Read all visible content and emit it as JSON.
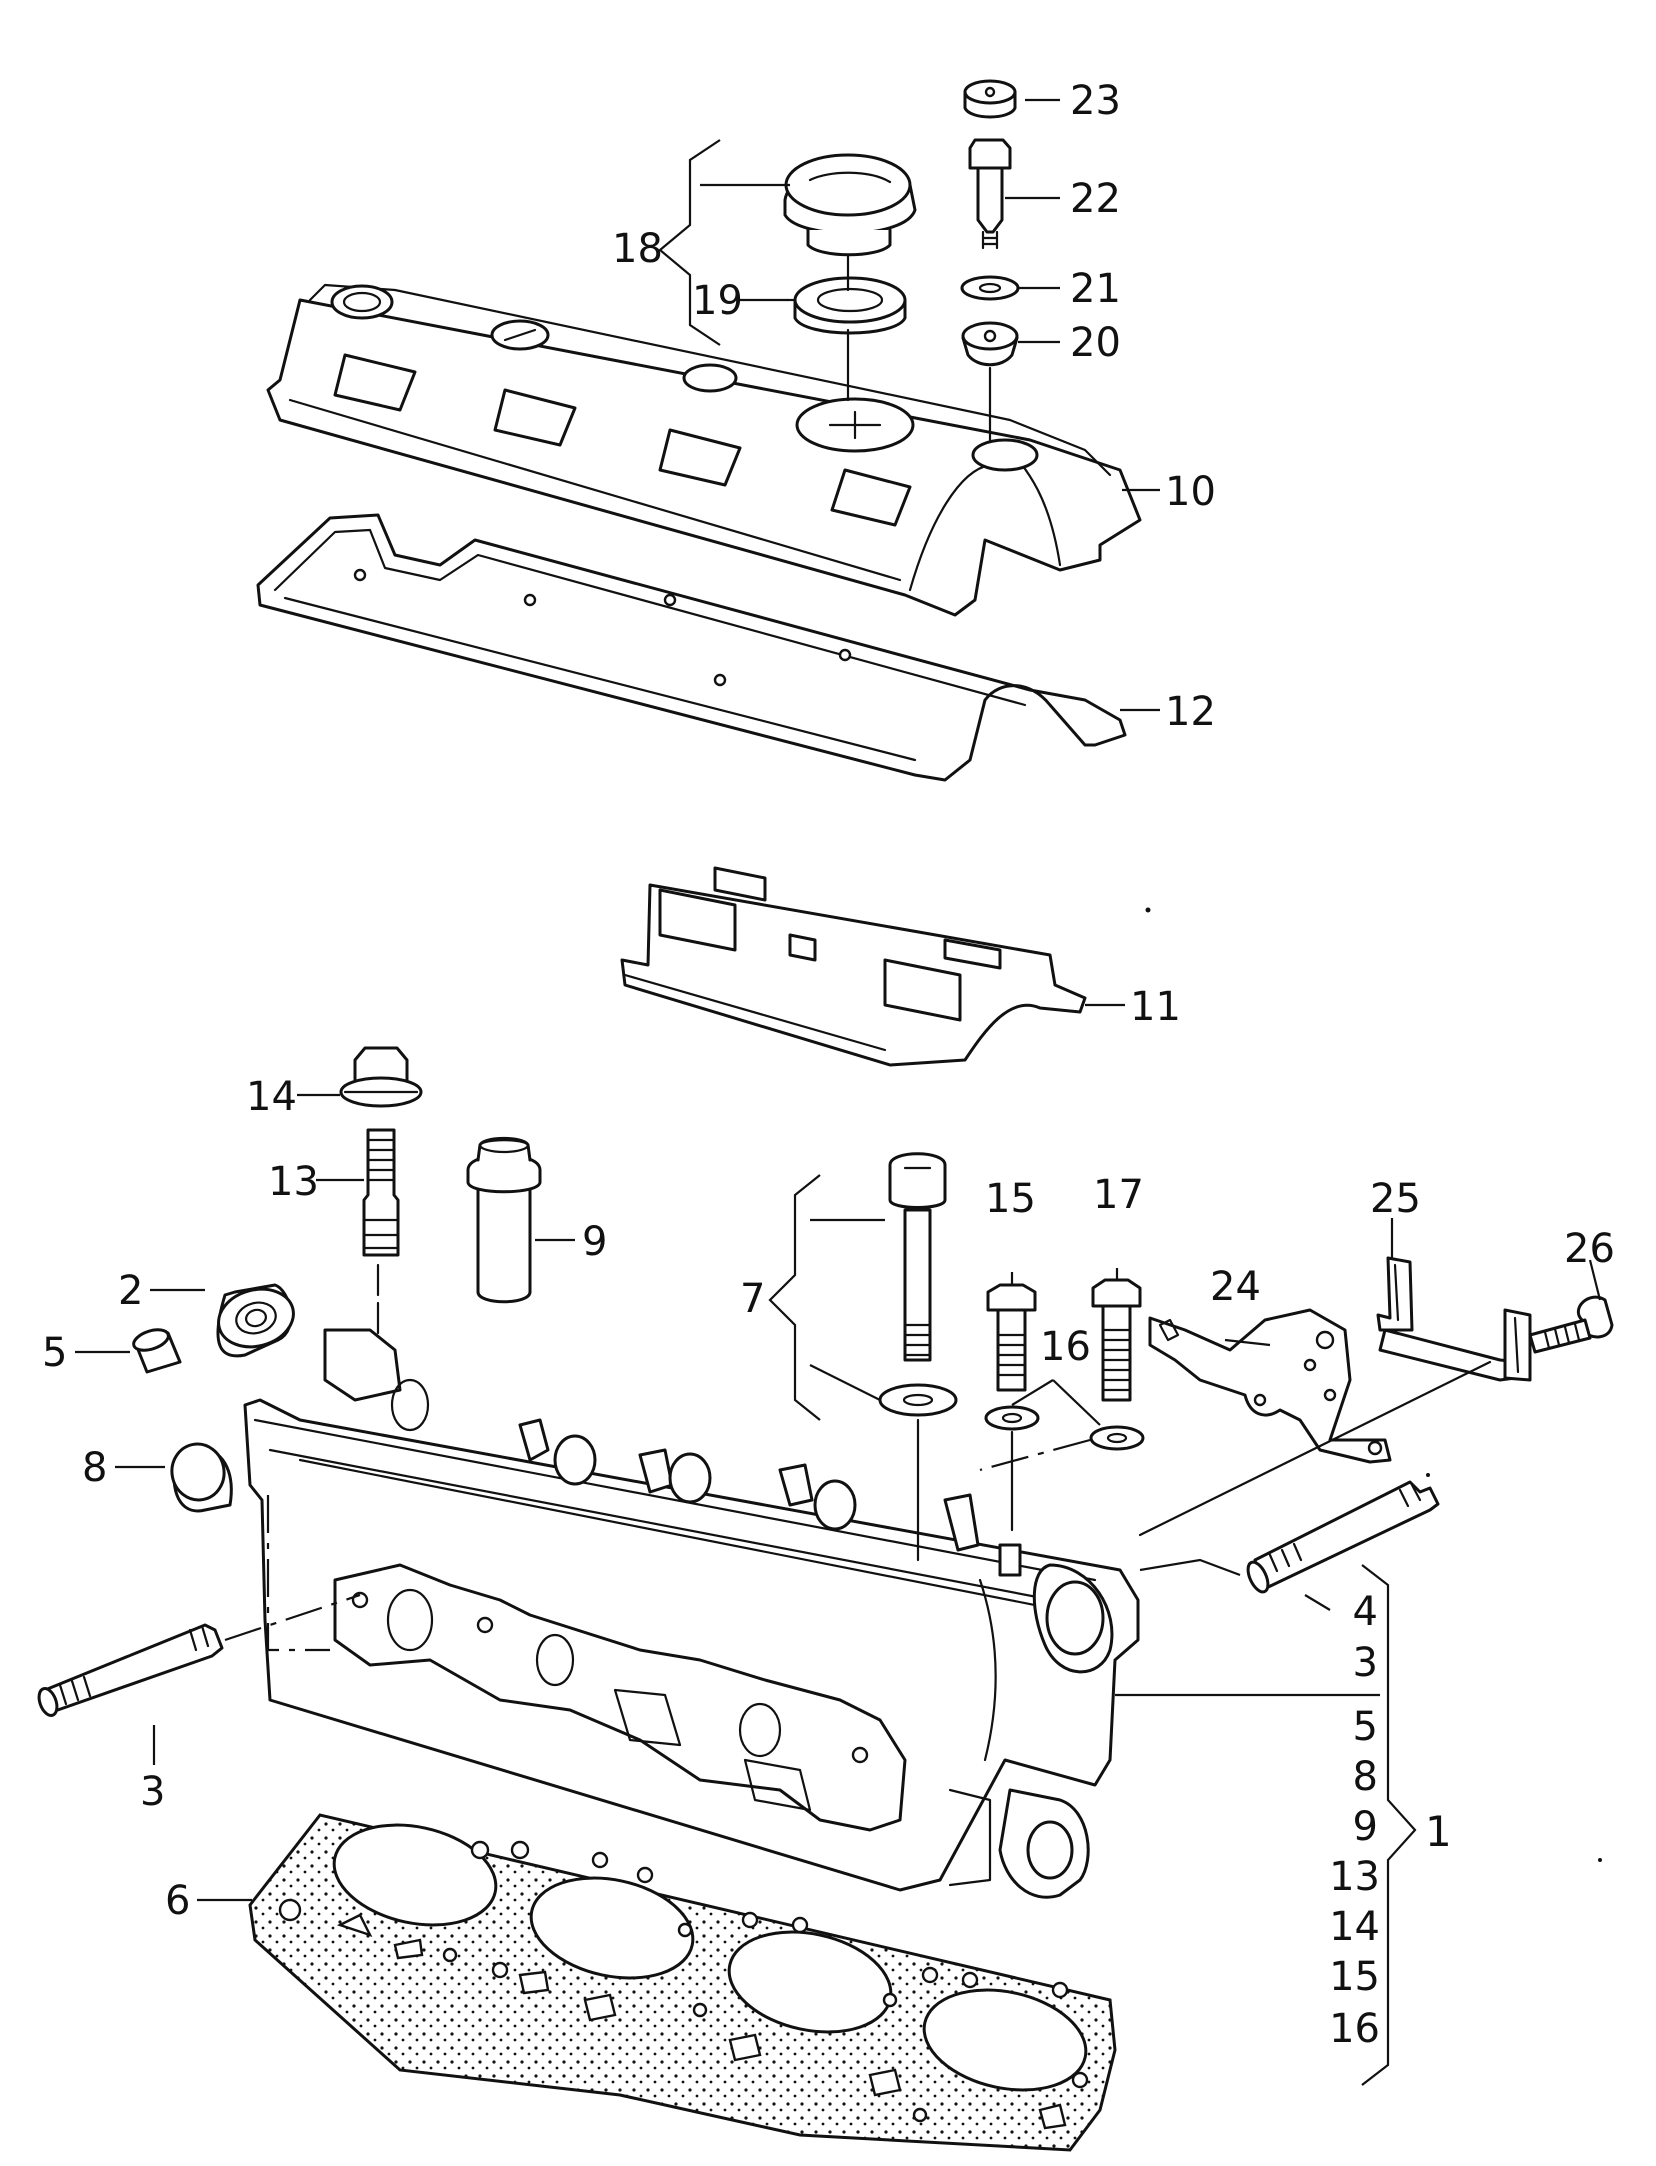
{
  "callouts": {
    "c1": "1",
    "c2": "2",
    "c3": "3",
    "c4": "4",
    "c5": "5",
    "c6": "6",
    "c7": "7",
    "c8": "8",
    "c9": "9",
    "c10": "10",
    "c11": "11",
    "c12": "12",
    "c13": "13",
    "c14": "14",
    "c15": "15",
    "c16": "16",
    "c17": "17",
    "c18": "18",
    "c19": "19",
    "c20": "20",
    "c21": "21",
    "c22": "22",
    "c23": "23",
    "c24": "24",
    "c25": "25",
    "c26": "26"
  },
  "kit_list": [
    "4",
    "3",
    "5",
    "8",
    "9",
    "13",
    "14",
    "15",
    "16"
  ],
  "colors": {
    "ink": "#111111",
    "paper": "#ffffff"
  }
}
